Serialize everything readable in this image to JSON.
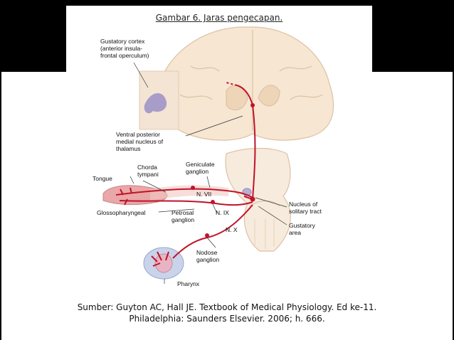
{
  "figure": {
    "title": "Gambar 6. Jaras pengecapan.",
    "labels": {
      "gustatory_cortex": "Gustatory cortex\n(anterior insula-\nfrontal operculum)",
      "vpm_nucleus": "Ventral posterior\nmedial nucleus of\nthalamus",
      "geniculate_ganglion": "Geniculate\nganglion",
      "chorda_tympani": "Chorda\ntympani",
      "tongue": "Tongue",
      "n_vii": "N. VII",
      "glossopharyngeal": "Glossopharyngeal",
      "petrosal_ganglion": "Petrosal\nganglion",
      "n_ix": "N. IX",
      "n_x": "N. X",
      "nucleus_solitary": "Nucleus of\nsolitary tract",
      "gustatory_area": "Gustatory\narea",
      "nodose_ganglion": "Nodose\nganglion",
      "pharynx": "Pharynx"
    },
    "colors": {
      "pathway": "#c0142a",
      "brain_fill": "#f6e6d2",
      "brain_stroke": "#dcc2a4",
      "cortex_highlight": "#9a8fc7",
      "tongue_fill": "#e9a7a7",
      "pharynx_fill": "#c9d3ea"
    }
  },
  "caption": {
    "line1": "Sumber: Guyton AC, Hall JE. Textbook of Medical Physiology. Ed ke-11.",
    "line2": "Philadelphia: Saunders Elsevier. 2006; h. 666."
  }
}
